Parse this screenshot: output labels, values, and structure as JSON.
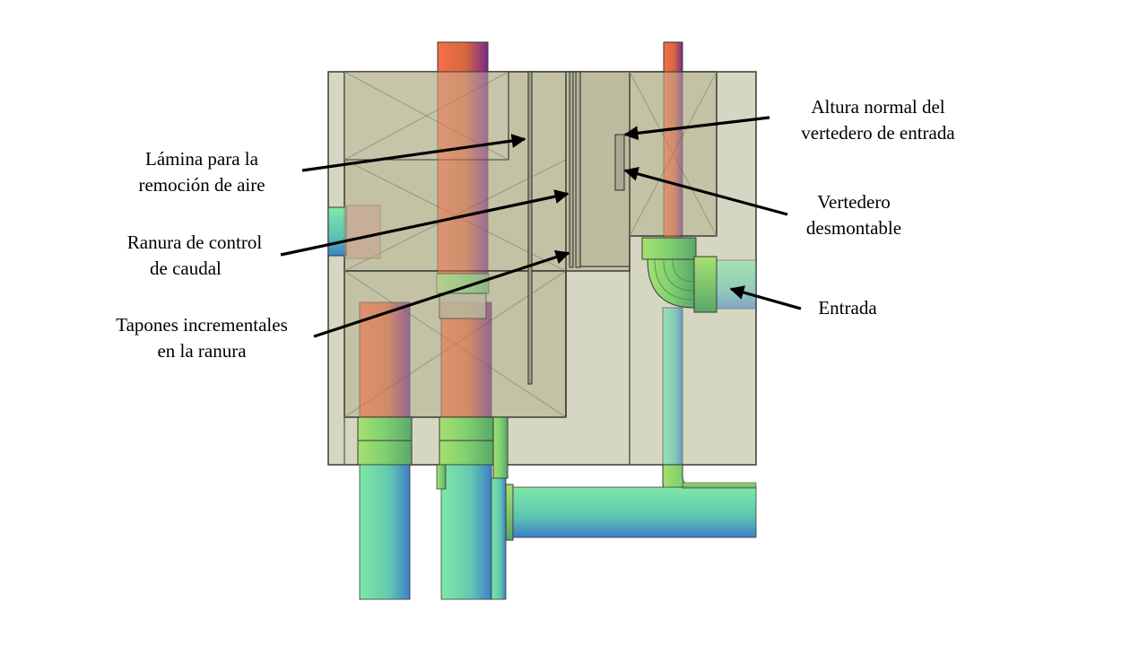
{
  "labels": {
    "air_sheet": [
      "Lámina para la",
      "remoción de aire"
    ],
    "flow_slot": [
      "Ranura de control",
      "de caudal"
    ],
    "slot_plugs": [
      "Tapones incrementales",
      "en la ranura"
    ],
    "weir_height": [
      "Altura normal del",
      "vertedero de entrada"
    ],
    "removable_weir": [
      "Vertedero",
      "desmontable"
    ],
    "inlet": [
      "Entrada"
    ]
  },
  "colors": {
    "tank_fill": "#c8c8ad",
    "tank_stroke": "#3a3a34",
    "pipe_green": "#7fe0a8",
    "pipe_blue": "#3d7ec8",
    "pipe_red": "#f06a4a",
    "pipe_purple": "#7a2a8a",
    "arrow": "#000000"
  }
}
